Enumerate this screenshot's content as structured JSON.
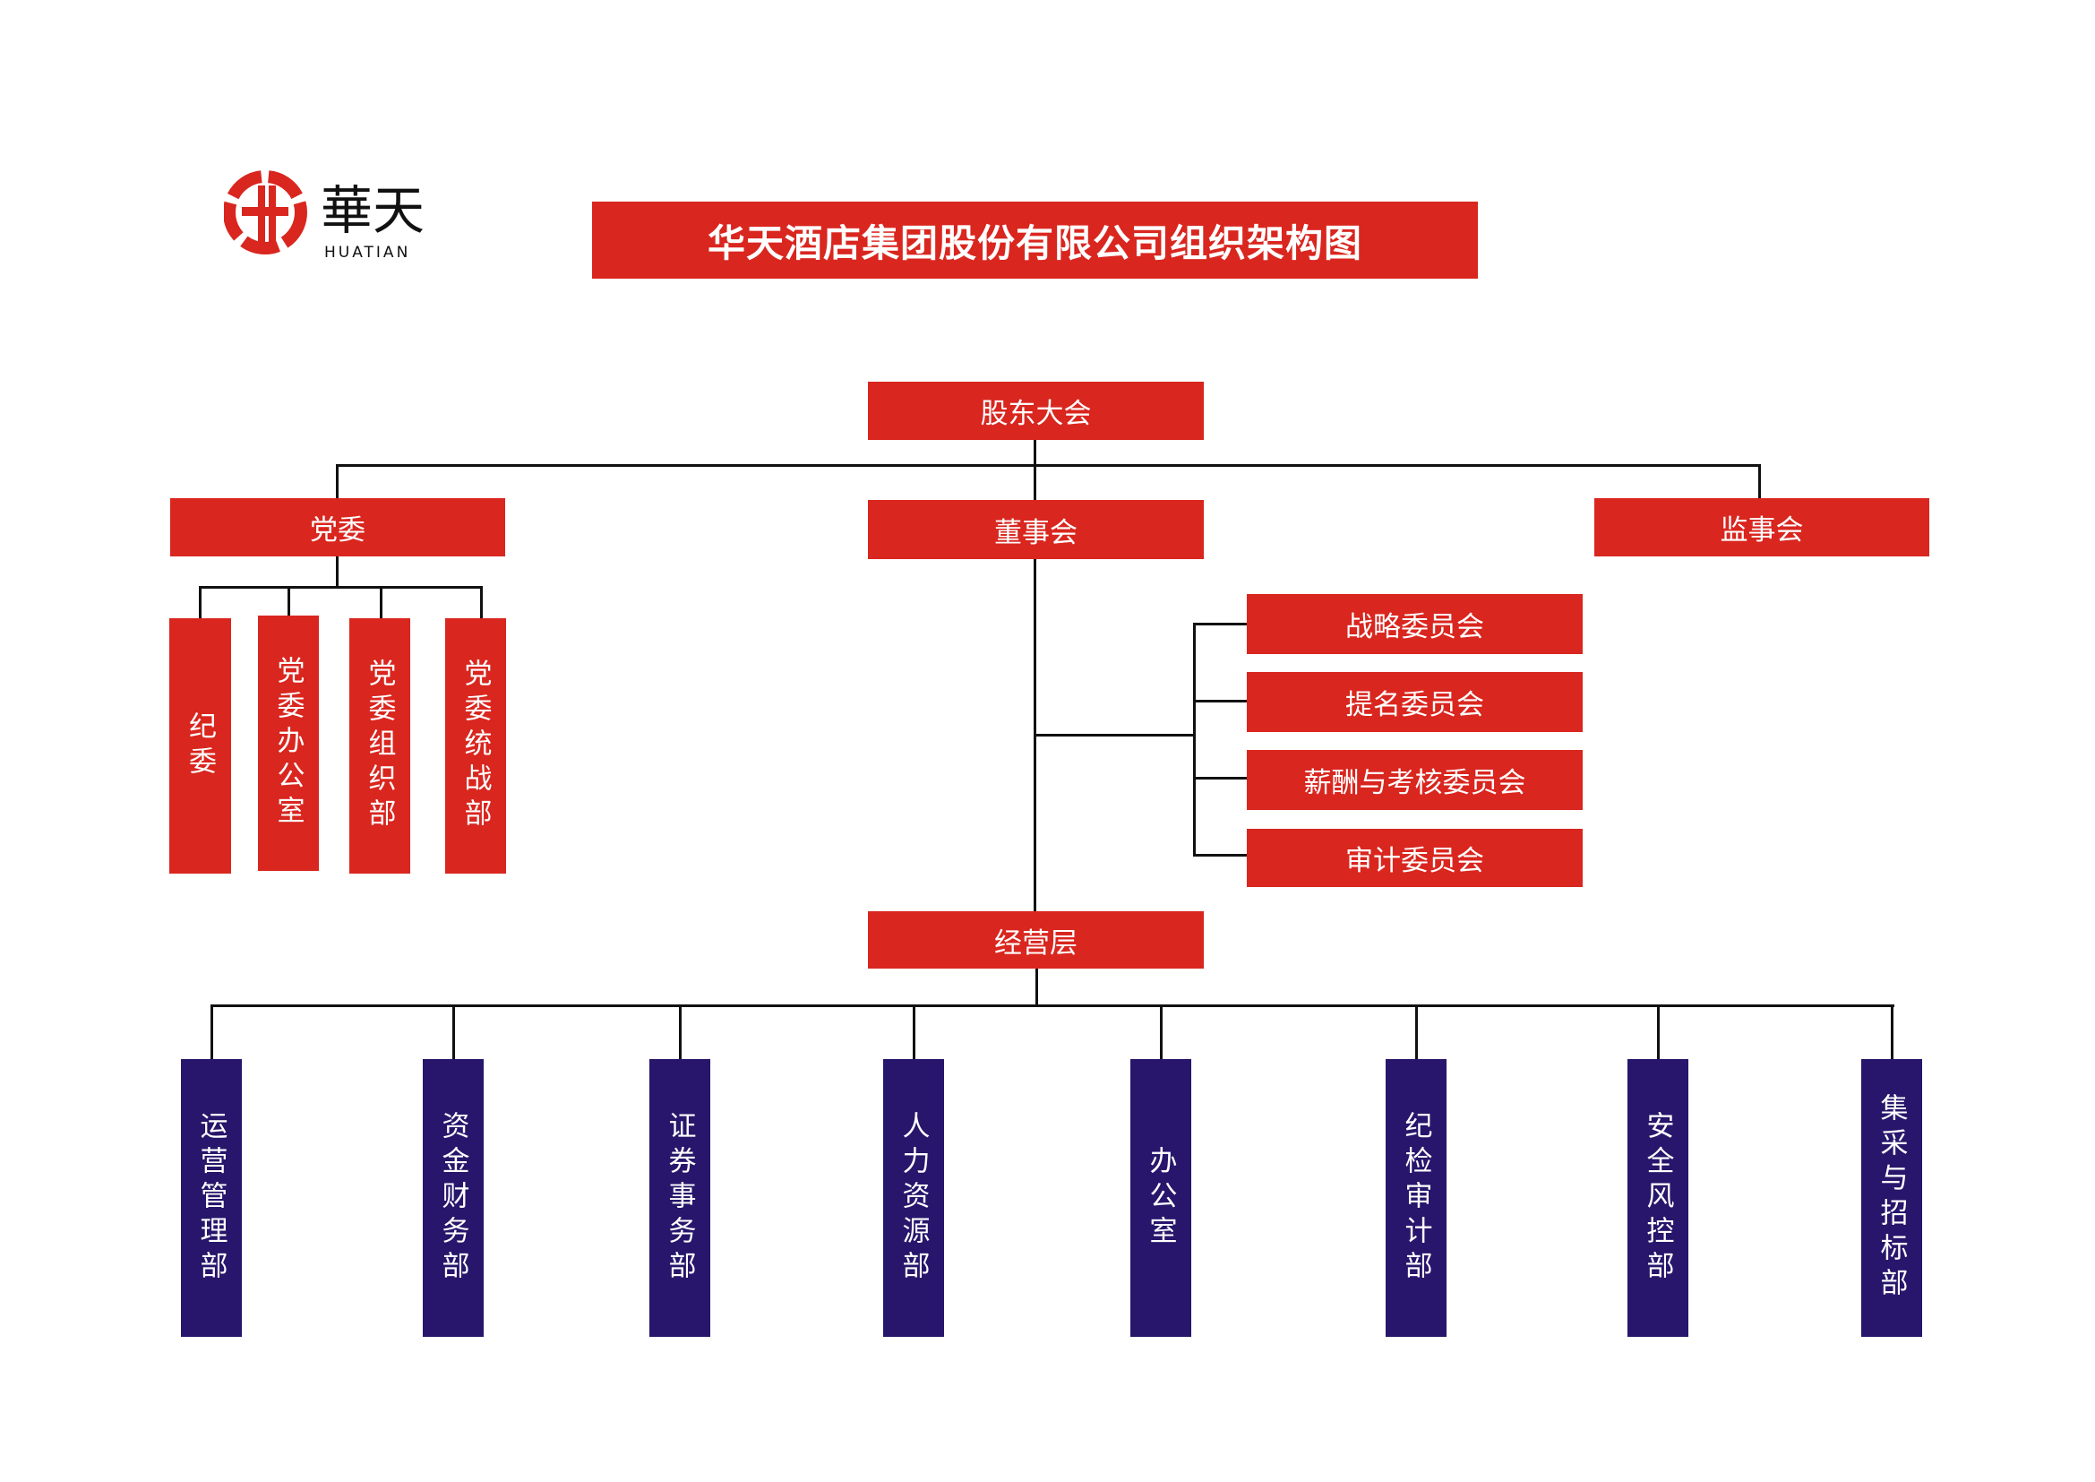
{
  "logo": {
    "chinese": "華天",
    "english": "HUATIAN"
  },
  "title": "华天酒店集团股份有限公司组织架构图",
  "colors": {
    "red": "#d9261f",
    "purple": "#27166b"
  },
  "top": "股东大会",
  "party": {
    "label": "党委",
    "children": [
      "纪委",
      "党委办公室",
      "党委组织部",
      "党委统战部"
    ]
  },
  "board": {
    "label": "董事会",
    "committees": [
      "战略委员会",
      "提名委员会",
      "薪酬与考核委员会",
      "审计委员会"
    ]
  },
  "supervisors": "监事会",
  "management": {
    "label": "经营层",
    "departments": [
      "运营管理部",
      "资金财务部",
      "证券事务部",
      "人力资源部",
      "办公室",
      "纪检审计部",
      "安全风控部",
      "集采与招标部"
    ]
  }
}
